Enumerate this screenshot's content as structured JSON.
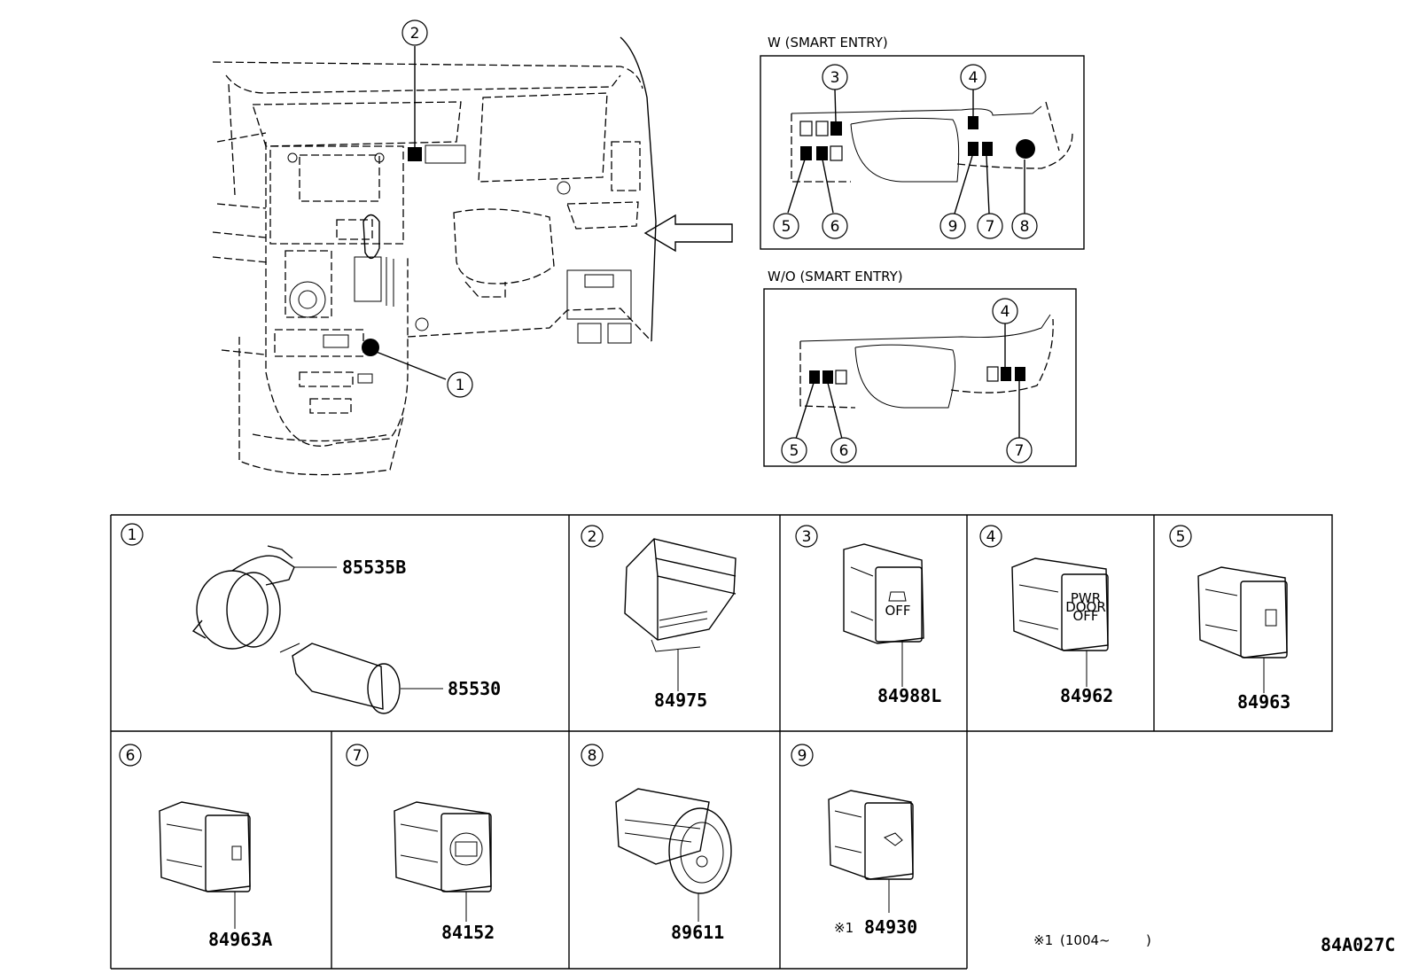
{
  "insets": {
    "smart_entry": {
      "title": "W (SMART ENTRY)",
      "callouts": [
        "3",
        "4",
        "5",
        "6",
        "9",
        "7",
        "8"
      ]
    },
    "no_smart_entry": {
      "title": "W/O (SMART ENTRY)",
      "callouts": [
        "4",
        "5",
        "6",
        "7"
      ]
    }
  },
  "overview_callouts": [
    "2",
    "1"
  ],
  "cells": [
    {
      "index": "1",
      "parts": [
        "85535B",
        "85530"
      ]
    },
    {
      "index": "2",
      "parts": [
        "84975"
      ]
    },
    {
      "index": "3",
      "parts": [
        "84988L"
      ]
    },
    {
      "index": "4",
      "parts": [
        "84962"
      ]
    },
    {
      "index": "5",
      "parts": [
        "84963"
      ]
    },
    {
      "index": "6",
      "parts": [
        "84963A"
      ]
    },
    {
      "index": "7",
      "parts": [
        "84152"
      ]
    },
    {
      "index": "8",
      "parts": [
        "89611"
      ]
    },
    {
      "index": "9",
      "parts": [
        "84930"
      ],
      "prefix": "※1"
    }
  ],
  "switch_texts": {
    "pwr_door_off": [
      "PWR",
      "DOOR",
      "OFF"
    ],
    "vsc_off": "OFF"
  },
  "footnote": {
    "mark": "※1",
    "text": "(1004~",
    "close": ")"
  },
  "figure_code": "84A027C"
}
